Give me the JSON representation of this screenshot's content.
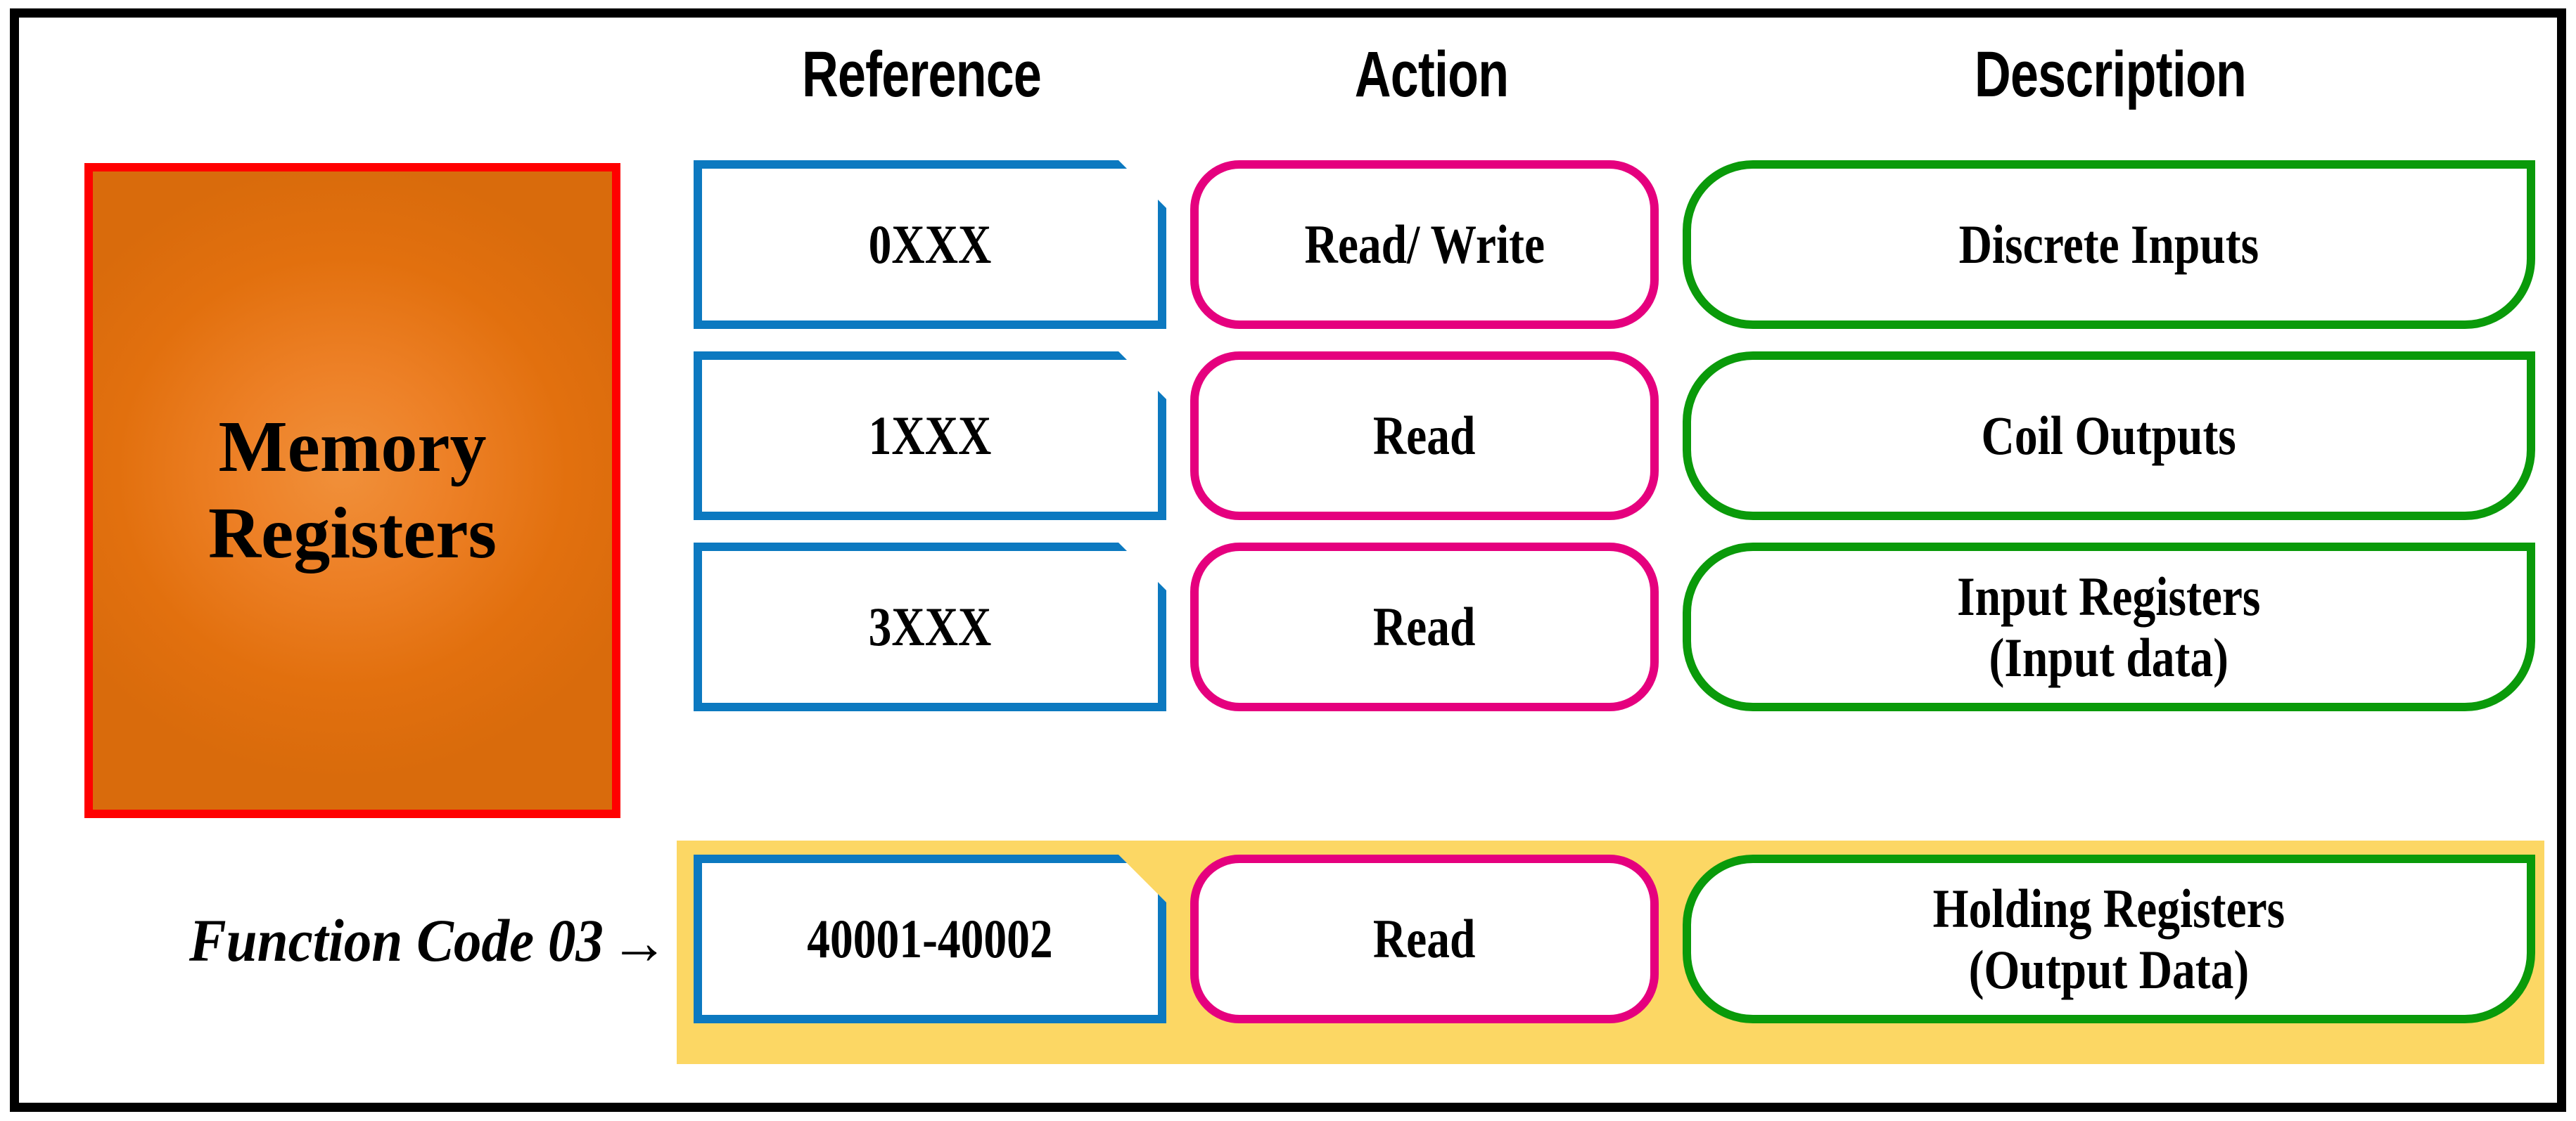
{
  "diagram": {
    "title_block": {
      "label": "Memory\nRegisters"
    },
    "annotation": {
      "text": "Function Code 03",
      "arrow": "→"
    },
    "headers": {
      "reference": "Reference",
      "action": "Action",
      "description": "Description"
    },
    "colors": {
      "frame": "#000000",
      "memory_fill": "#ED8026",
      "memory_border": "#FF0000",
      "reference_border": "#0C79C0",
      "action_border": "#E5007E",
      "description_border": "#0A9A0A",
      "highlight_band": "#FCD764"
    },
    "rows": [
      {
        "reference": "0XXX",
        "action": "Read/ Write",
        "description": "Discrete Inputs",
        "highlighted": false
      },
      {
        "reference": "1XXX",
        "action": "Read",
        "description": "Coil Outputs",
        "highlighted": false
      },
      {
        "reference": "3XXX",
        "action": "Read",
        "description": "Input Registers\n(Input data)",
        "highlighted": false
      },
      {
        "reference": "40001-40002",
        "action": "Read",
        "description": "Holding Registers\n(Output Data)",
        "highlighted": true
      }
    ]
  }
}
